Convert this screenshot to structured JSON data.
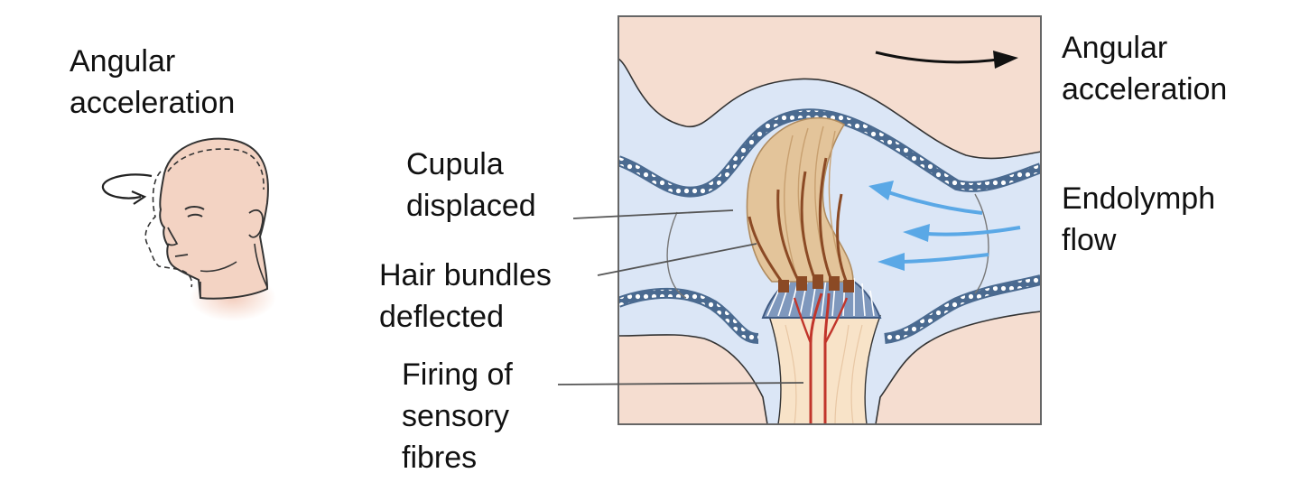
{
  "head_label": [
    "Angular",
    "acceleration"
  ],
  "rotation_label": [
    "Angular",
    "acceleration"
  ],
  "cupula_label": [
    "Cupula",
    "displaced"
  ],
  "hair_label": [
    "Hair bundles",
    "deflected"
  ],
  "firing_label": [
    "Firing of",
    "sensory",
    "fibres"
  ],
  "flow_label": [
    "Endolymph",
    "flow"
  ],
  "colors": {
    "background_tissue": "#f5ddd0",
    "endolymph": "#dbe6f6",
    "epithelium_border": "#4a6a90",
    "cupula": "#e3c49a",
    "hair_bundles": "#8b4a25",
    "nerve_stalk": "#f8e3c8",
    "nerve_fibres": "#c1352b",
    "flow_arrows": "#5aa8e6",
    "skin": "#f3d3c3",
    "line": "#333333"
  },
  "icons": [
    "head-profile-icon",
    "rotation-arrow-icon",
    "flow-arrow-icon"
  ]
}
